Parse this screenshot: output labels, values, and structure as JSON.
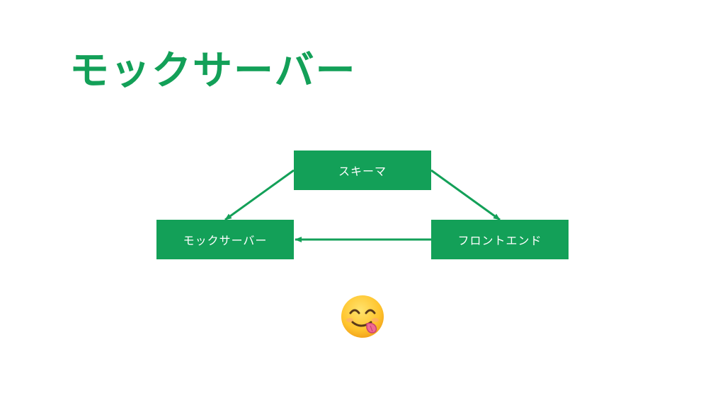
{
  "slide": {
    "title": "モックサーバー"
  },
  "diagram": {
    "nodes": {
      "schema": "スキーマ",
      "mock_server": "モックサーバー",
      "frontend": "フロントエンド"
    },
    "edges": [
      {
        "from": "schema",
        "to": "mock_server"
      },
      {
        "from": "schema",
        "to": "frontend"
      },
      {
        "from": "frontend",
        "to": "mock_server"
      }
    ]
  },
  "colors": {
    "accent": "#13a058",
    "node_text": "#ffffff"
  },
  "icons": {
    "emoji": "face-savoring-food-icon"
  }
}
